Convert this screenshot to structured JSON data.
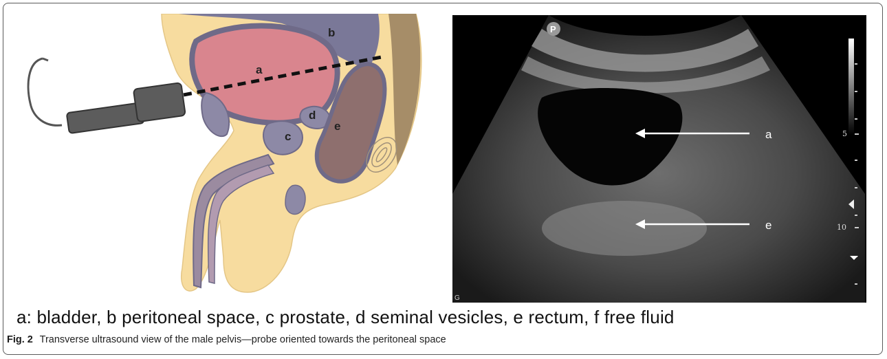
{
  "figure": {
    "fig_label": "Fig. 2",
    "caption": "Transverse ultrasound view of the male pelvis—probe oriented towards the peritoneal space",
    "legend": "a: bladder, b peritoneal space, c prostate, d seminal vesicles, e rectum, f free fluid"
  },
  "diagram": {
    "labels": {
      "a": "a",
      "b": "b",
      "c": "c",
      "d": "d",
      "e": "e"
    },
    "icons": [
      "ultrasound-probe-icon",
      "pelvis-anatomy-illustration"
    ]
  },
  "ultrasound": {
    "orientation_marker": "P",
    "corner_marker": "G",
    "arrow_labels": {
      "a": "a",
      "e": "e"
    },
    "depth_marks": {
      "mid": "5",
      "deep": "10"
    }
  },
  "colors": {
    "skin": "#f7dc9f",
    "bladder": "#d9858e",
    "organs": "#8d89a6",
    "rectum": "#8e6f6e",
    "probe": "#5c5c5c"
  }
}
